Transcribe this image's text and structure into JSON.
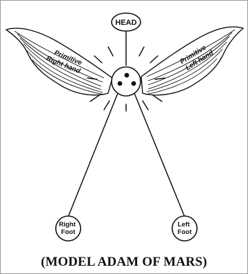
{
  "diagram": {
    "head_label": "HEAD",
    "right_hand_label": [
      "Primitive",
      "Right hand"
    ],
    "left_hand_label": [
      "Primitive",
      "Left hand"
    ],
    "right_foot_label": [
      "Right",
      "Foot"
    ],
    "left_foot_label": [
      "Left",
      "Foot"
    ],
    "caption": "(MODEL ADAM OF MARS)"
  },
  "colors": {
    "ink": "#111111",
    "background": "#ffffff",
    "border": "#9a9a9a"
  }
}
